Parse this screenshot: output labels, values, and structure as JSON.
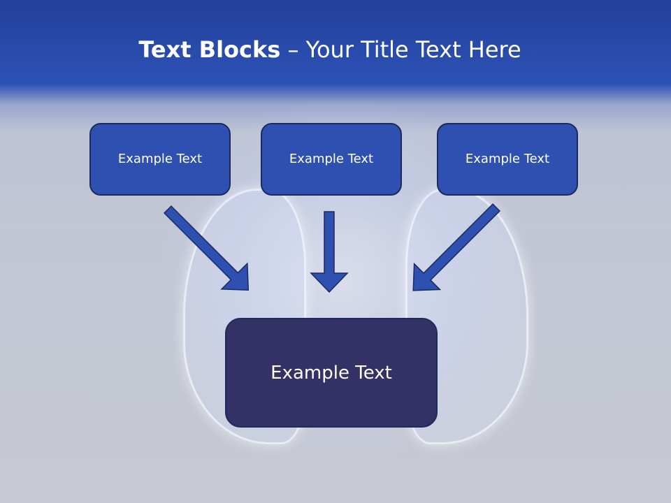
{
  "slide": {
    "title_bold": "Text Blocks",
    "title_rest": " – Your Title Text Here",
    "boxes": [
      {
        "label": "Example Text"
      },
      {
        "label": "Example Text"
      },
      {
        "label": "Example Text"
      }
    ],
    "target": {
      "label": "Example Text"
    }
  },
  "colors": {
    "box": "#2e50b1",
    "target": "#333166",
    "header": "#2d52b6"
  }
}
